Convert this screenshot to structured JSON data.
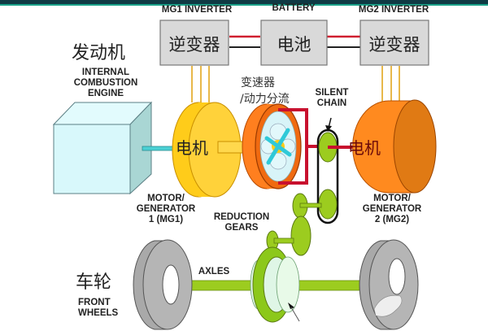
{
  "diagram": {
    "title_bar_color": "#0f3a44",
    "inverters": {
      "mg1": {
        "caption": "MG1 INVERTER",
        "label_cn": "逆变器"
      },
      "battery": {
        "caption": "BATTERY",
        "label_cn": "电池"
      },
      "mg2": {
        "caption": "MG2 INVERTER",
        "label_cn": "逆变器"
      }
    },
    "engine": {
      "label_cn": "发动机",
      "label_en": "INTERNAL\nCOMBUSTION\nENGINE"
    },
    "mg1": {
      "label_cn": "电机",
      "label_en": "MOTOR/\nGENERATOR\n1 (MG1)"
    },
    "power_split": {
      "label_cn_line1": "变速器",
      "label_cn_line2": "/动力分流"
    },
    "silent_chain": {
      "label_en": "SILENT\nCHAIN"
    },
    "mg2": {
      "label_cn": "电机",
      "label_en": "MOTOR/\nGENERATOR\n2 (MG2)"
    },
    "reduction_gears": {
      "label_en": "REDUCTION\nGEARS"
    },
    "axles": {
      "label_en": "AXLES"
    },
    "wheels": {
      "label_cn": "车轮",
      "label_en": "FRONT\nWHEELS"
    },
    "colors": {
      "inverter_box": "#d9d9d9",
      "engine_block": "#d8f8fb",
      "mg1": "#ffcc1a",
      "power_split": "#ff7f1f",
      "mg2": "#ff8a1f",
      "gears": "#9ccc1f",
      "wheels": "#b5b5b5",
      "shaft_red": "#c8102e",
      "wire_red": "#d02030"
    }
  }
}
